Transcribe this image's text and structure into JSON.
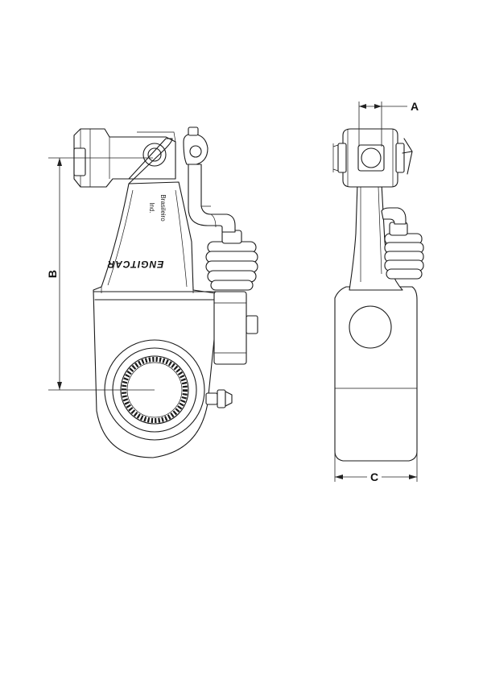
{
  "figure": {
    "dimension_labels": {
      "a": "A",
      "b": "B",
      "c": "C"
    },
    "body_markings": {
      "brand": "ENGITCAR",
      "maker_line_1": "Brasileiro",
      "maker_line_2": "Ind."
    }
  }
}
